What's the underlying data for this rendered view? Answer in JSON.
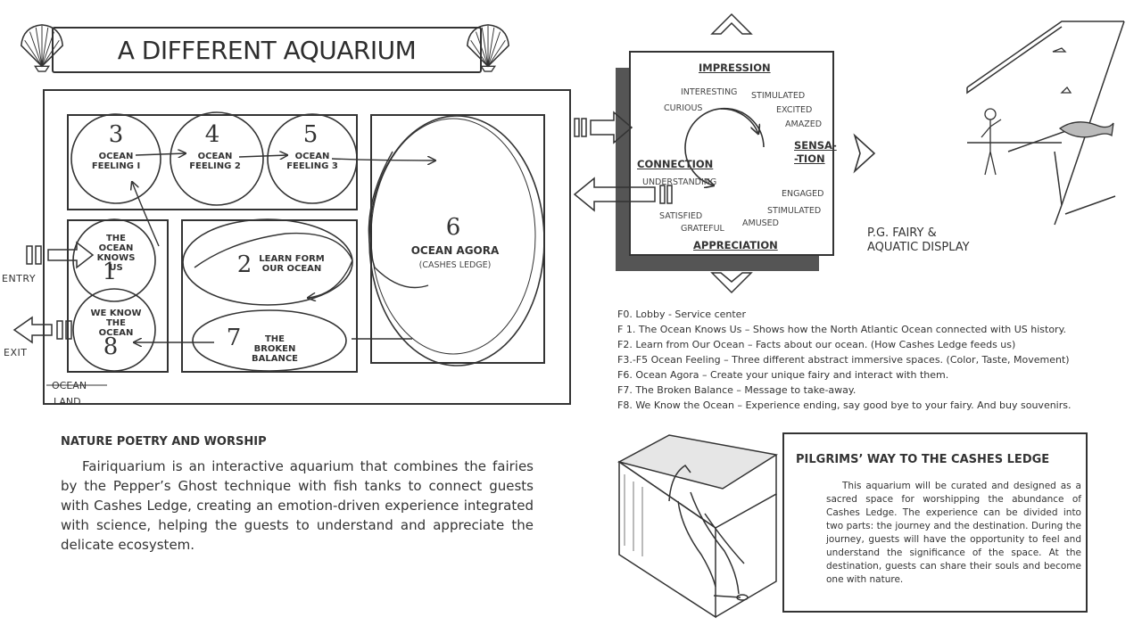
{
  "title": "A DIFFERENT AQUARIUM",
  "plan": {
    "rooms": [
      {
        "num": "3",
        "label": "OCEAN FEELING I"
      },
      {
        "num": "4",
        "label": "OCEAN FEELING 2"
      },
      {
        "num": "5",
        "label": "OCEAN FEELING 3"
      },
      {
        "num": "6",
        "label": "OCEAN AGORA",
        "sub": "(CASHES LEDGE)"
      },
      {
        "num": "1",
        "label": "THE OCEAN KNOWS US"
      },
      {
        "num": "2",
        "label": "LEARN FORM OUR OCEAN"
      },
      {
        "num": "8",
        "label": "WE KNOW THE OCEAN"
      },
      {
        "num": "7",
        "label": "THE BROKEN BALANCE"
      }
    ],
    "entry": "ENTRY",
    "exit": "EXIT",
    "ocean": "OCEAN",
    "land": "LAND"
  },
  "nature": {
    "heading": "NATURE POETRY AND WORSHIP",
    "text": "Fairiquarium is an interactive aquarium that combines the fairies by the Pepper’s Ghost technique with fish tanks to connect guests with Cashes Ledge, creating an emotion-driven experience integrated with science, helping the guests to understand and appreciate the delicate ecosystem."
  },
  "cycle": {
    "impression": "IMPRESSION",
    "sensation": "SENSA-\n-TION",
    "connection": "CONNECTION",
    "appreciation": "APPRECIATION",
    "words": {
      "interesting": "INTERESTING",
      "curious": "CURIOUS",
      "stimulated": "STIMULATED",
      "excited": "EXCITED",
      "amazed": "AMAZED",
      "engaged": "ENGAGED",
      "stimulated2": "STIMULATED",
      "amused": "AMUSED",
      "grateful": "GRATEFUL",
      "satisfied": "SATISFIED",
      "understanding": "UNDERSTANDING"
    }
  },
  "pg": {
    "label_line1": "P.G. FAIRY &",
    "label_line2": "AQUATIC DISPLAY"
  },
  "legend": [
    "F0.  Lobby - Service center",
    "F 1.  The Ocean Knows Us – Shows how the North Atlantic Ocean connected with US history.",
    "F2.  Learn from Our Ocean – Facts about our ocean. (How Cashes Ledge feeds us)",
    "F3.-F5 Ocean Feeling – Three different abstract immersive spaces. (Color, Taste, Movement)",
    "F6. Ocean Agora – Create your unique fairy and interact with them.",
    "F7. The Broken Balance – Message to take-away.",
    "F8. We Know the Ocean – Experience ending, say good bye to your fairy. And buy souvenirs."
  ],
  "pilgrim": {
    "title": "PILGRIMS’ WAY TO THE CASHES LEDGE",
    "text": "This aquarium will be curated and designed as a sacred space for worshipping the abundance of Cashes Ledge. The experience can be divided into two parts: the journey and the destination. During the journey, guests will have the opportunity to feel and understand the significance of the space. At the destination, guests can share their souls and become one with nature."
  }
}
